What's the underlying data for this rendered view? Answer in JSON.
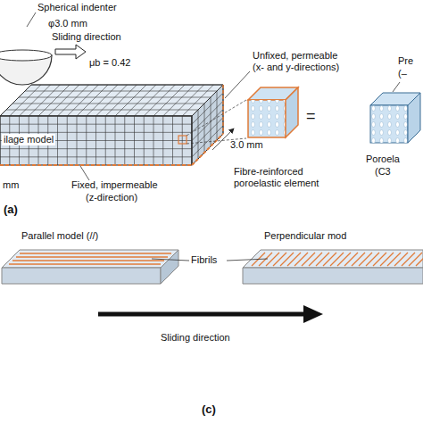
{
  "diagram": {
    "labels": [
      "Spherical indenter",
      "φ3.0 mm",
      "Sliding direction",
      "μb = 0.42",
      "Unfixed, permeable",
      "(x- and y-directions)",
      "3.0 mm",
      "ilage model",
      "mm",
      "Fixed, impermeable",
      "(z-direction)",
      "Fibre-reinforced",
      "poroelastic element",
      "=",
      "Pre",
      "(–",
      "Poroela",
      "(C3",
      "(a)",
      "Parallel model (//)",
      "Perpendicular mod",
      "Fibrils",
      "Sliding direction",
      "(c)"
    ]
  }
}
